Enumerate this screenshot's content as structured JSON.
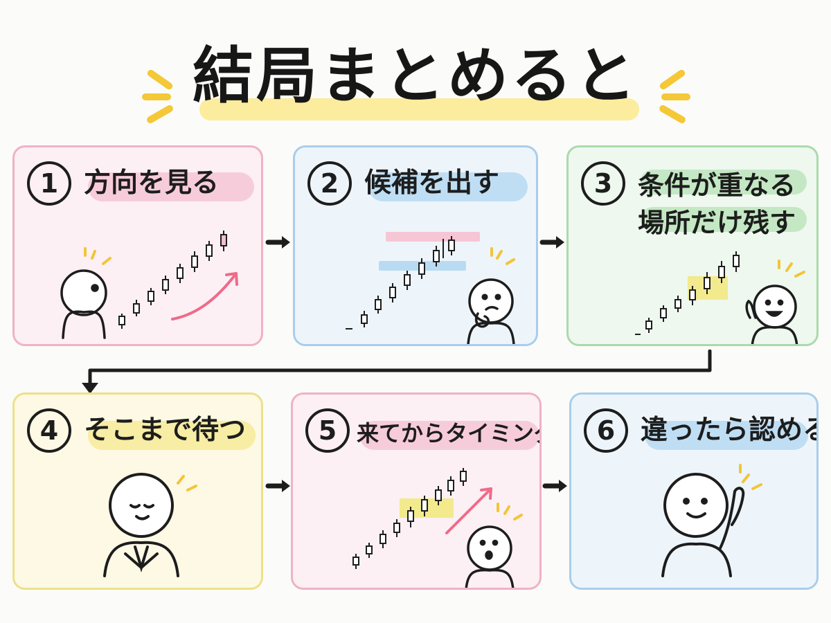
{
  "title": "結局まとめると",
  "steps": [
    {
      "number": "1",
      "label": "方向を見る"
    },
    {
      "number": "2",
      "label": "候補を出す"
    },
    {
      "number": "3",
      "label": "条件が重なる\n場所だけ残す"
    },
    {
      "number": "4",
      "label": "そこまで待つ"
    },
    {
      "number": "5",
      "label": "来てからタイミングを見る"
    },
    {
      "number": "6",
      "label": "違ったら認める"
    }
  ],
  "colors": {
    "pink": "#f0b1c6",
    "blue": "#a9cdeb",
    "green": "#aadaab",
    "yellow": "#ede08a",
    "accent_arrow": "#ee6b8a",
    "title_highlight": "#fbe98d"
  }
}
